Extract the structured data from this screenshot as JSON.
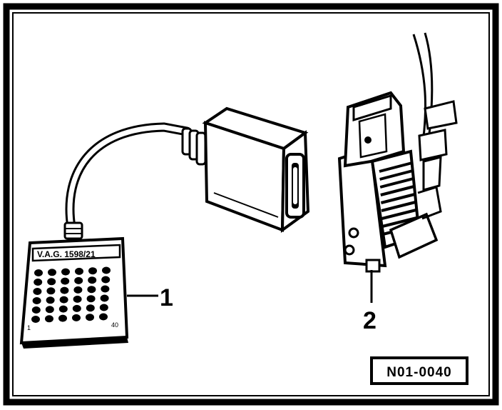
{
  "figure": {
    "callout_1": "1",
    "callout_2": "2",
    "reference_code": "N01-0040",
    "tester_box_label": "V.A.G. 1598/21",
    "corner_mark_left": "1",
    "corner_mark_right": "40"
  },
  "colors": {
    "ink": "#000000",
    "paper": "#ffffff"
  }
}
